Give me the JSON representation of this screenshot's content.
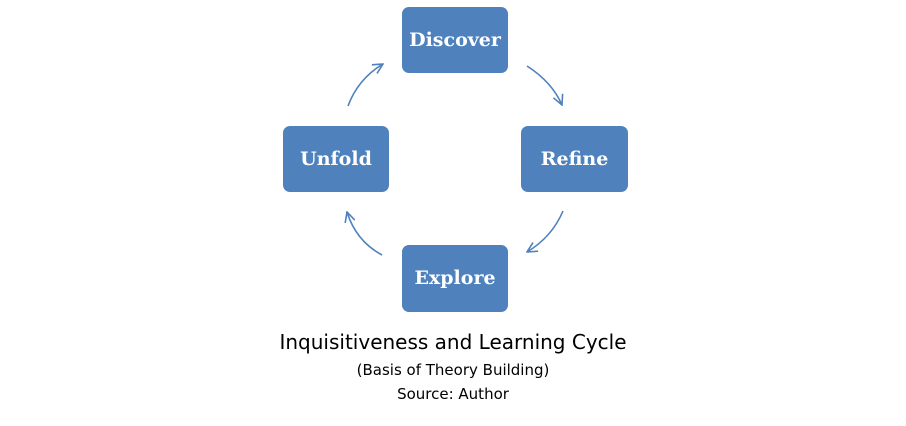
{
  "diagram": {
    "nodes": {
      "discover": "Discover",
      "refine": "Refine",
      "explore": "Explore",
      "unfold": "Unfold"
    },
    "node_color": "#4f81bd",
    "arrow_color": "#4f81bd"
  },
  "caption": {
    "title": "Inquisitiveness and Learning Cycle",
    "subtitle": "(Basis of Theory Building)",
    "source": "Source: Author"
  }
}
